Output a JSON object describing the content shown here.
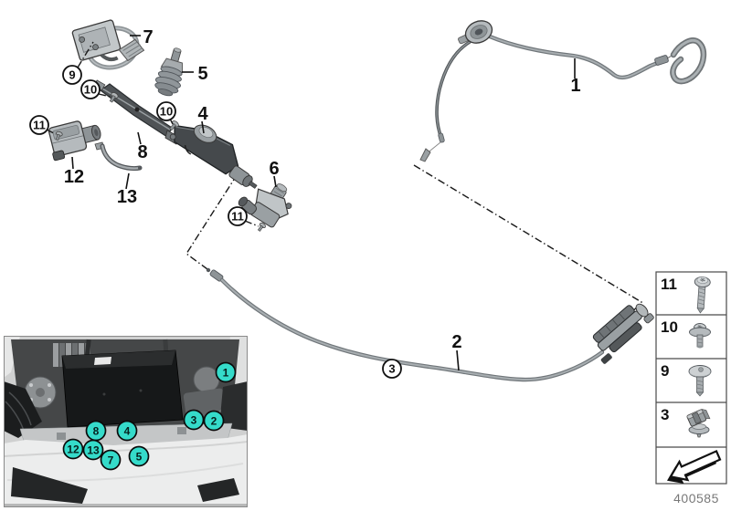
{
  "diagram": {
    "title_hint": "engine-hood-lock-and-bowden-cable-parts-diagram",
    "drawing_number": "400585",
    "part_labels": {
      "p1": "1",
      "p2": "2",
      "p4": "4",
      "p5": "5",
      "p6": "6",
      "p7": "7",
      "p8": "8",
      "p12": "12",
      "p13": "13"
    },
    "circled_callouts": [
      {
        "n": "9"
      },
      {
        "n": "10"
      },
      {
        "n": "10"
      },
      {
        "n": "11"
      },
      {
        "n": "11"
      },
      {
        "n": "3"
      }
    ]
  },
  "legend": {
    "rows": [
      {
        "number": "11",
        "icon": "torx-oval-head-screw-icon"
      },
      {
        "number": "10",
        "icon": "torx-flange-screw-icon"
      },
      {
        "number": "9",
        "icon": "large-washer-screw-icon"
      },
      {
        "number": "3",
        "icon": "cable-holder-clip-icon"
      },
      {
        "number": "",
        "icon": "direction-arrow-icon"
      }
    ]
  },
  "car_inset": {
    "callout_color": "#35dbca",
    "callouts": [
      {
        "n": "1"
      },
      {
        "n": "3"
      },
      {
        "n": "2"
      },
      {
        "n": "8"
      },
      {
        "n": "4"
      },
      {
        "n": "12"
      },
      {
        "n": "13"
      },
      {
        "n": "7"
      },
      {
        "n": "5"
      }
    ]
  }
}
